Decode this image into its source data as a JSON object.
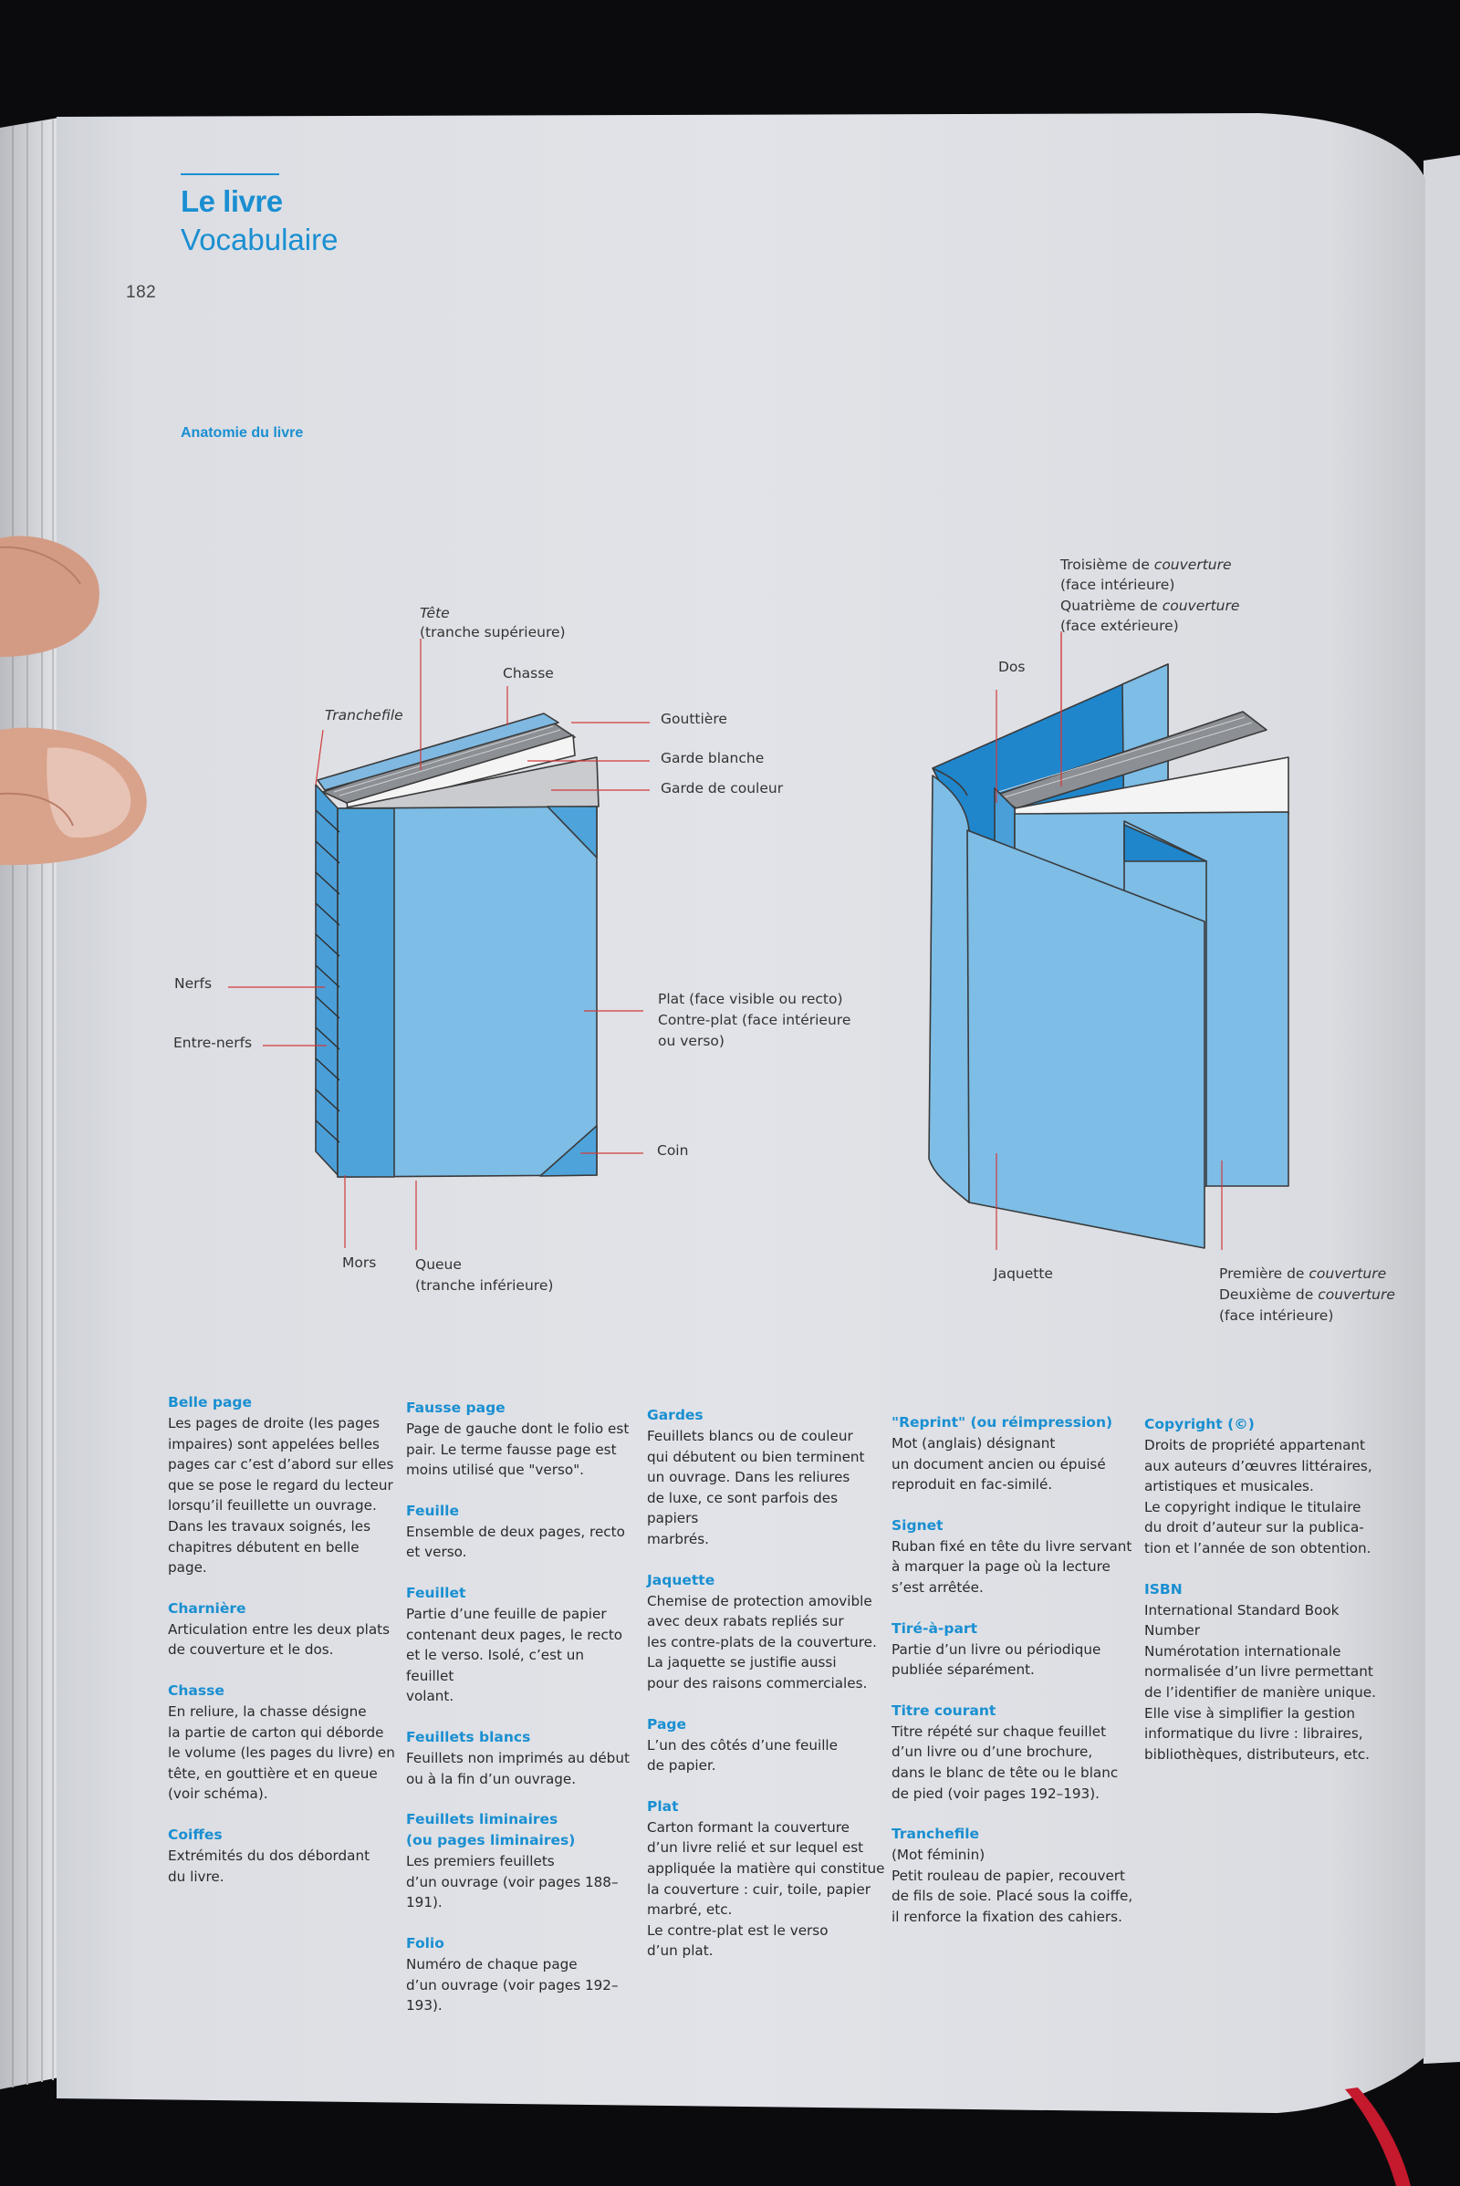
{
  "header": {
    "title": "Le livre",
    "subtitle": "Vocabulaire",
    "page_number": "182"
  },
  "section_title": "Anatomie du livre",
  "diagram_labels": {
    "tete": "Tête",
    "tete_sub": "(tranche supérieure)",
    "chasse": "Chasse",
    "tranchefile": "Tranchefile",
    "gouttiere": "Gouttière",
    "garde_blanche": "Garde blanche",
    "garde_couleur": "Garde de couleur",
    "nerfs": "Nerfs",
    "entre_nerfs": "Entre-nerfs",
    "plat": "Plat (face visible ou recto)\nContre-plat (face intérieure\nou verso)",
    "coin": "Coin",
    "mors": "Mors",
    "queue": "Queue\n(tranche inférieure)",
    "troisieme_1": "Troisième de ",
    "troisieme_2": "(face intérieure)",
    "quatrieme_1": "Quatrième de ",
    "quatrieme_2": "(face extérieure)",
    "couverture": "couverture",
    "dos": "Dos",
    "jaquette": "Jaquette",
    "premiere": "Première de ",
    "deuxieme": "Deuxième de ",
    "face_int": "(face intérieure)"
  },
  "glossary": [
    [
      {
        "term": "Belle page",
        "def": "Les pages de droite (les pages\nimpaires) sont appelées belles\npages car c’est d’abord sur elles\nque se pose le regard du lecteur\nlorsqu’il feuillette un ouvrage.\nDans les travaux soignés, les\nchapitres débutent en belle page."
      },
      {
        "term": "Charnière",
        "def": "Articulation entre les deux plats\nde couverture et le dos."
      },
      {
        "term": "Chasse",
        "def": "En reliure, la chasse désigne\nla partie de carton qui déborde\nle volume (les pages du livre) en\ntête, en gouttière et en queue\n(voir schéma)."
      },
      {
        "term": "Coiffes",
        "def": "Extrémités du dos débordant\ndu livre."
      }
    ],
    [
      {
        "term": "Fausse page",
        "def": "Page de gauche dont le folio est\npair. Le terme fausse page est\nmoins utilisé que \"verso\"."
      },
      {
        "term": "Feuille",
        "def": "Ensemble de deux pages, recto\net verso."
      },
      {
        "term": "Feuillet",
        "def": "Partie d’une feuille de papier\ncontenant deux pages, le recto\net le verso. Isolé, c’est un feuillet\nvolant."
      },
      {
        "term": "Feuillets blancs",
        "def": "Feuillets non imprimés au début\nou à la fin d’un ouvrage."
      },
      {
        "term": "Feuillets liminaires\n(ou pages liminaires)",
        "def": "Les premiers feuillets\nd’un ouvrage (voir pages 188–191)."
      },
      {
        "term": "Folio",
        "def": "Numéro de chaque page\nd’un ouvrage (voir pages 192–193)."
      }
    ],
    [
      {
        "term": "Gardes",
        "def": "Feuillets blancs ou de couleur\nqui débutent ou bien terminent\nun ouvrage. Dans les reliures\nde luxe, ce sont parfois des papiers\nmarbrés."
      },
      {
        "term": "Jaquette",
        "def": "Chemise de protection amovible\navec deux rabats repliés sur\nles contre-plats de la couverture.\nLa jaquette se justifie aussi\npour des raisons commerciales."
      },
      {
        "term": "Page",
        "def": "L’un des côtés d’une feuille\nde papier."
      },
      {
        "term": "Plat",
        "def": "Carton formant la couverture\nd’un livre relié et sur lequel est\nappliquée la matière qui constitue\nla couverture : cuir, toile, papier\nmarbré, etc.\nLe contre-plat est le verso\nd’un plat."
      }
    ],
    [
      {
        "term": "\"Reprint\" (ou réimpression)",
        "def": "Mot (anglais) désignant\nun document ancien ou épuisé\nreproduit en fac-similé."
      },
      {
        "term": "Signet",
        "def": "Ruban fixé en tête du livre servant\nà marquer la page où la lecture\ns’est arrêtée."
      },
      {
        "term": "Tiré-à-part",
        "def": "Partie d’un livre ou périodique\npubliée séparément."
      },
      {
        "term": "Titre courant",
        "def": "Titre répété sur chaque feuillet\nd’un livre ou d’une brochure,\ndans le blanc de tête ou le blanc\nde pied (voir pages 192–193)."
      },
      {
        "term": "Tranchefile",
        "def": "(Mot féminin)\nPetit rouleau de papier, recouvert\nde fils de soie. Placé sous la coiffe,\nil renforce la fixation des cahiers."
      }
    ],
    [
      {
        "term": "Copyright (©)",
        "def": "Droits de propriété appartenant\naux auteurs d’œuvres littéraires,\nartistiques et musicales.\nLe copyright indique le titulaire\ndu droit d’auteur sur la publica-\ntion et l’année de son obtention."
      },
      {
        "term": "ISBN",
        "def": "International Standard Book\nNumber\nNumérotation internationale\nnormalisée d’un livre permettant\nde l’identifier de manière unique.\nElle vise à simplifier la gestion\ninformatique du livre : libraires,\nbibliothèques, distributeurs, etc."
      }
    ]
  ]
}
